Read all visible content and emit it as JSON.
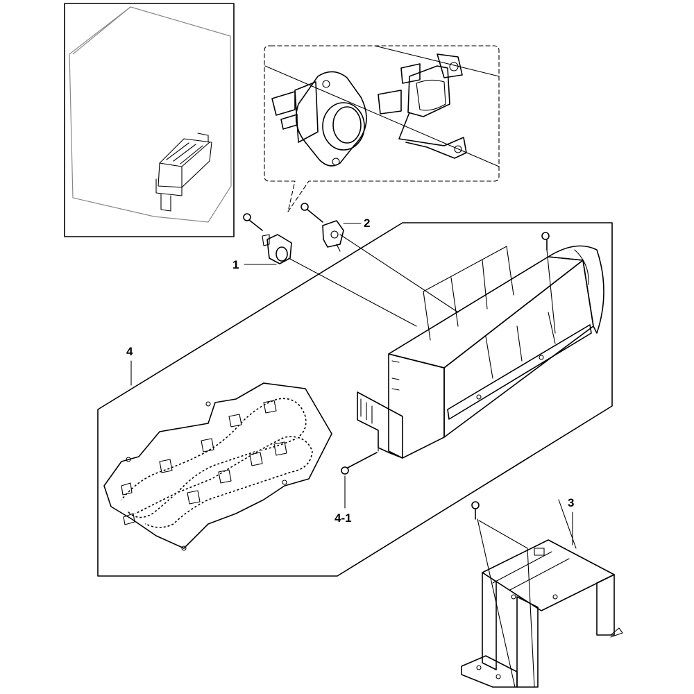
{
  "callouts": {
    "part_1": "1",
    "part_2": "2",
    "part_3": "3",
    "part_4": "4",
    "part_4_1": "4-1"
  }
}
